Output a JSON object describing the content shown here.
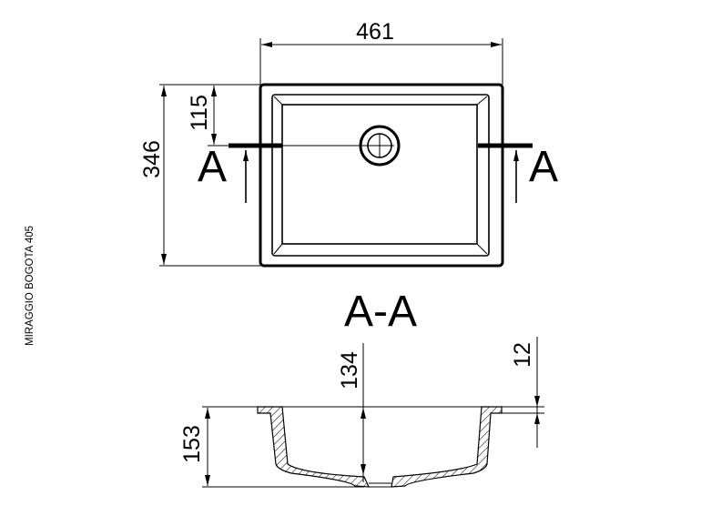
{
  "model_label": "MIRAGGIO BOGOTA 405",
  "plan_view": {
    "width_dim": "461",
    "depth_dim": "346",
    "drain_offset_dim": "115",
    "section_marker_left": "A",
    "section_marker_right": "A"
  },
  "section_view": {
    "title": "A-A",
    "total_height_dim": "153",
    "bowl_depth_dim": "134",
    "rim_thickness_dim": "12"
  },
  "colors": {
    "line": "#000000",
    "background": "#ffffff"
  }
}
